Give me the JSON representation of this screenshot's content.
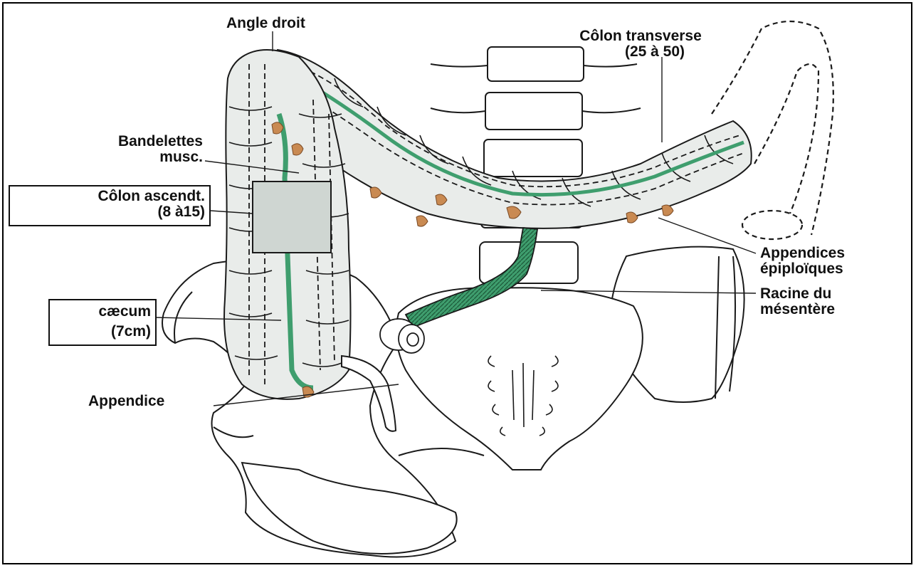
{
  "labels": {
    "angle_droit": "Angle droit",
    "colon_transverse_1": "Côlon transverse",
    "colon_transverse_2": "(25 à 50)",
    "bandelettes_1": "Bandelettes",
    "bandelettes_2": "musc.",
    "colon_ascendant_1": "Côlon ascendt.",
    "colon_ascendant_2": "(8 à15)",
    "caecum_1": "cæcum",
    "caecum_2": "(7cm)",
    "appendice": "Appendice",
    "appendices_1": "Appendices",
    "appendices_2": "épiploïques",
    "racine_1": "Racine du",
    "racine_2": "mésentère"
  },
  "colors": {
    "outline": "#1a1a1a",
    "colon_fill": "#e9ecea",
    "band_green": "#3f9e6e",
    "mesentery_green": "#4aa37a",
    "appendices_epiploicae": "#c98a52",
    "bone": "#ffffff"
  }
}
